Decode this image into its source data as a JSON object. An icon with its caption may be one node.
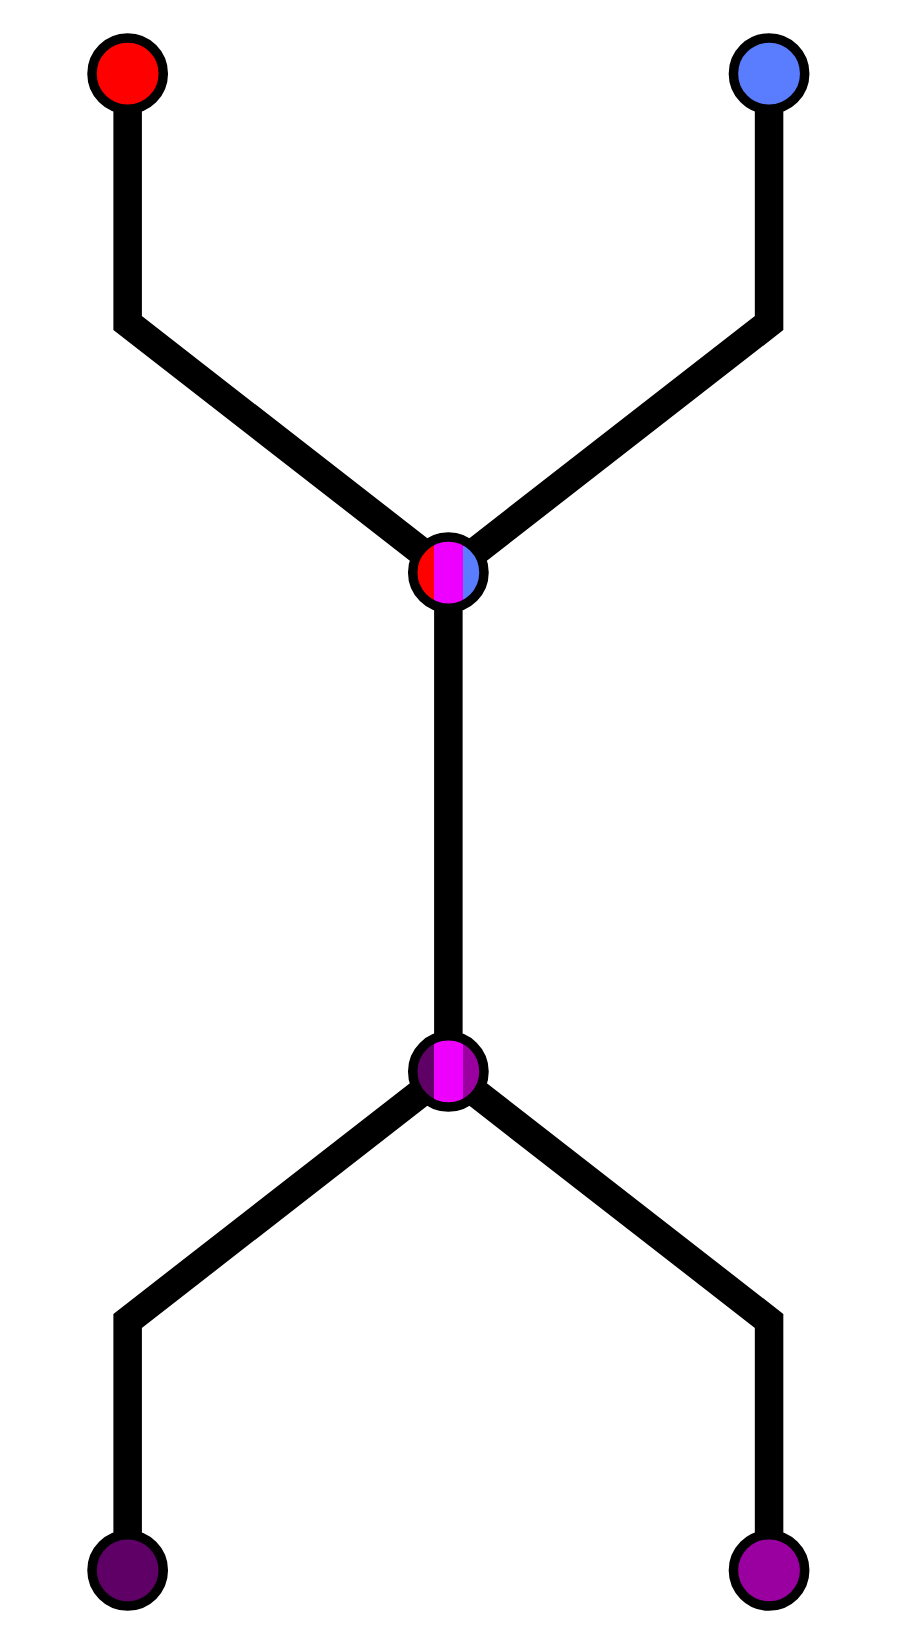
{
  "diagram": {
    "nodes": [
      {
        "text": [],
        "shape": "circle"
      },
      {
        "text": [],
        "shape": "circle"
      },
      {
        "text": [],
        "shape": "circle"
      },
      {
        "text": [],
        "shape": "circle"
      },
      {
        "text": [],
        "shape": "circle"
      },
      {
        "text": [],
        "shape": "circle"
      }
    ],
    "edges": [
      {
        "from": 0,
        "to": 2,
        "arrow": "none"
      },
      {
        "from": 1,
        "to": 2,
        "arrow": "none"
      },
      {
        "from": 2,
        "to": 3,
        "arrow": "none"
      },
      {
        "from": 3,
        "to": 4,
        "arrow": "none"
      },
      {
        "from": 3,
        "to": 5,
        "arrow": "none"
      }
    ]
  }
}
